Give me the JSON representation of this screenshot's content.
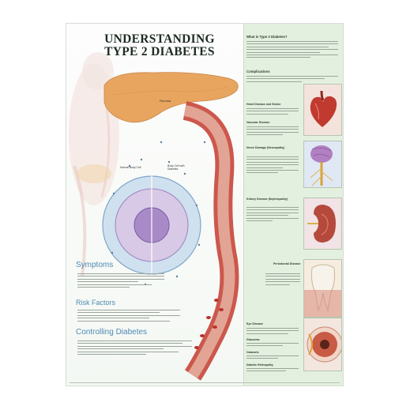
{
  "title": {
    "line1": "UNDERSTANDING",
    "line2": "TYPE 2 DIABETES"
  },
  "sections": {
    "symptoms": "Symptoms",
    "risk_factors": "Risk Factors",
    "controlling": "Controlling Diabetes"
  },
  "diagram_labels": {
    "normal_cell": "Normal Body Cell",
    "diabetes_cell": "Body Cell with Diabetes",
    "pancreas": "Pancreas"
  },
  "sidebar": {
    "intro_heading": "What is Type 2 Diabetes?",
    "complications_heading": "Complications",
    "items": [
      {
        "heading": "Heart Disease and Stroke"
      },
      {
        "heading": "Vascular Disease"
      },
      {
        "heading": "Nerve Damage (Neuropathy)"
      },
      {
        "heading": "Kidney Disease (Nephropathy)"
      },
      {
        "heading": "Periodontal Disease"
      },
      {
        "heading": "Eye Disease"
      },
      {
        "heading": "Glaucoma"
      },
      {
        "heading": "Cataracts"
      },
      {
        "heading": "Diabetic Retinopathy"
      }
    ]
  },
  "colors": {
    "heading_blue": "#4e8ab5",
    "sidebar_green": "#e4f0df",
    "vessel_red": "#c8453a",
    "pancreas_orange": "#e8a560",
    "cell_purple": "#a98ac8"
  },
  "icons": {
    "heart": "heart-illustration-icon",
    "brain": "nervous-system-illustration-icon",
    "kidney": "kidney-illustration-icon",
    "tooth": "tooth-illustration-icon",
    "eye": "eye-illustration-icon"
  }
}
